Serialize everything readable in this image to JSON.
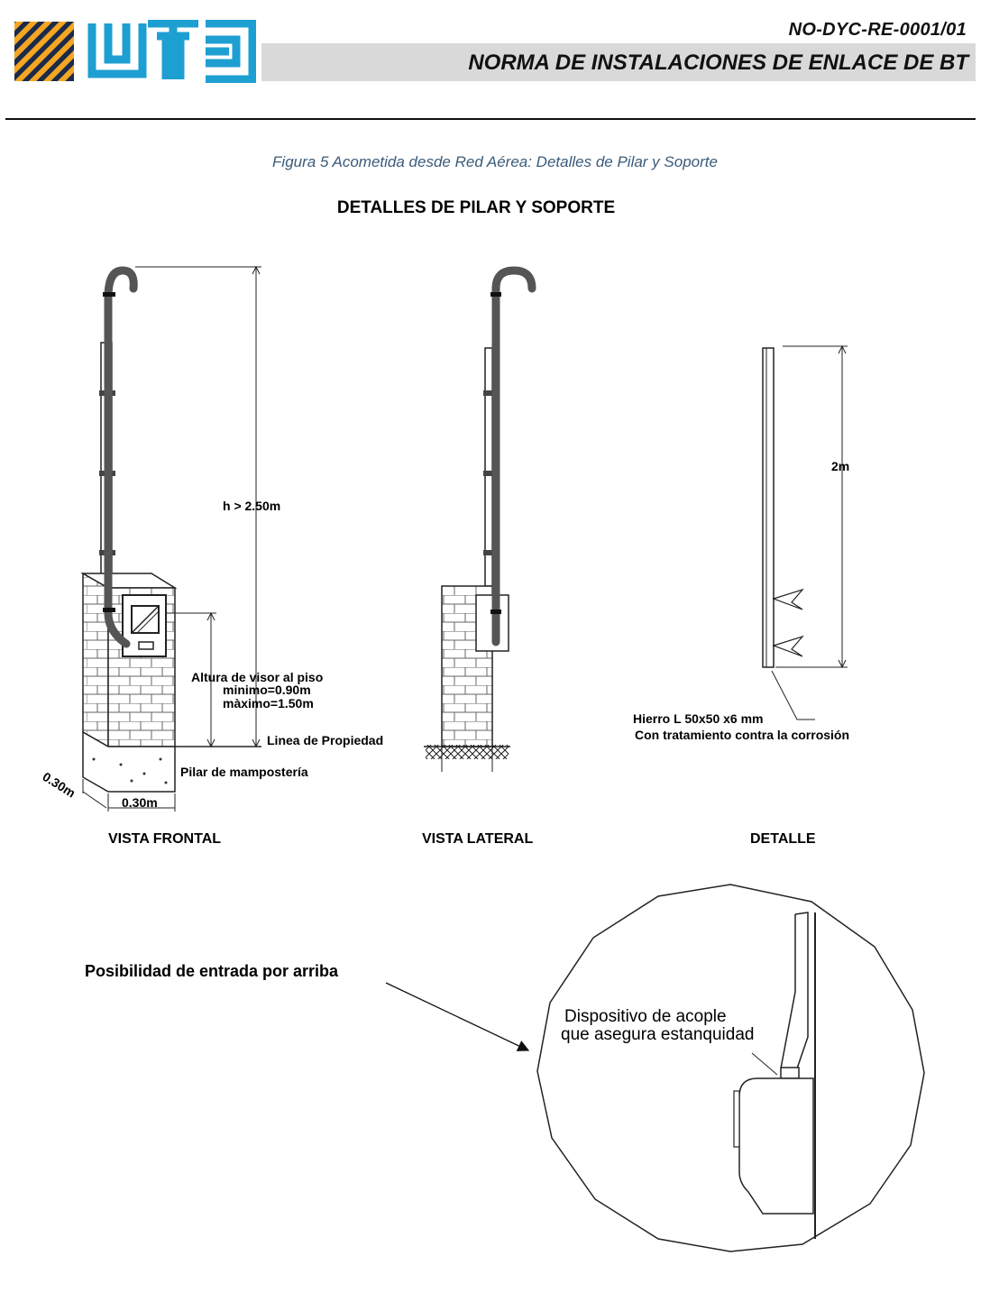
{
  "header": {
    "doc_code": "NO-DYC-RE-0001/01",
    "doc_title": "NORMA DE INSTALACIONES DE ENLACE DE BT",
    "brand_color": "#1e9fd2",
    "stripe_color": "#f4a623",
    "logo_text": "UTE"
  },
  "figure": {
    "caption": "Figura 5 Acometida desde Red Aérea: Detalles de Pilar y Soporte",
    "heading": "DETALLES DE PILAR Y SOPORTE",
    "views": {
      "frontal": {
        "label": "VISTA FRONTAL",
        "height_label": "h > 2.50m",
        "visor_title": "Altura de visor al piso",
        "visor_min": "minimo=0.90m",
        "visor_max": "màximo=1.50m",
        "property_line": "Linea de Propiedad",
        "pillar": "Pilar de mampostería",
        "depth": "0.30m",
        "width": "0.30m"
      },
      "lateral": {
        "label": "VISTA LATERAL"
      },
      "detalle": {
        "label": "DETALLE",
        "length": "2m",
        "material_line1": "Hierro  L 50x50 x6 mm",
        "material_line2": "Con tratamiento contra la corrosión"
      }
    },
    "detail_circle": {
      "pointer_label": "Posibilidad de entrada por arriba",
      "device_line1": "Dispositivo de acople",
      "device_line2": "que asegura estanquidad"
    }
  }
}
